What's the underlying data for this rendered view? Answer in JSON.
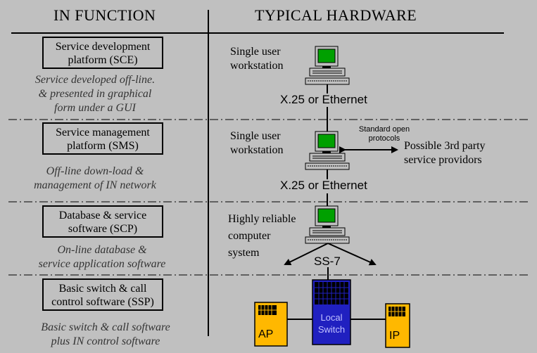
{
  "headers": {
    "left": "IN FUNCTION",
    "right": "TYPICAL HARDWARE"
  },
  "tiers": [
    {
      "box_line1": "Service development",
      "box_line2": "platform (SCE)",
      "desc_line1": "Service developed off-line.",
      "desc_line2": "& presented in graphical",
      "desc_line3": "form under a GUI",
      "hw_line1": "Single user",
      "hw_line2": "workstation"
    },
    {
      "box_line1": "Service management",
      "box_line2": "platform (SMS)",
      "desc_line1": "Off-line down-load &",
      "desc_line2": "management of IN network",
      "hw_line1": "Single user",
      "hw_line2": "workstation"
    },
    {
      "box_line1": "Database & service",
      "box_line2": "software (SCP)",
      "desc_line1": "On-line database &",
      "desc_line2": "service application software",
      "hw_line1": "Highly reliable",
      "hw_line2": "computer",
      "hw_line3": "system"
    },
    {
      "box_line1": "Basic switch & call",
      "box_line2": "control software (SSP)",
      "desc_line1": "Basic switch & call software",
      "desc_line2": "plus IN control software"
    }
  ],
  "links": {
    "first": "X.25 or Ethernet",
    "second": "X.25 or Ethernet",
    "signalling": "SS-7"
  },
  "protocols": {
    "line1": "Standard open",
    "line2": "protocols"
  },
  "third_party": {
    "line1": "Possible 3rd party",
    "line2": "service providors"
  },
  "equipment": {
    "ap": "AP",
    "local_line1": "Local",
    "local_line2": "Switch",
    "ip": "IP"
  },
  "colors": {
    "background": "#c0c0c0",
    "screen": "#00a000",
    "cabinet": "#ffb800",
    "switch": "#2020c0"
  }
}
